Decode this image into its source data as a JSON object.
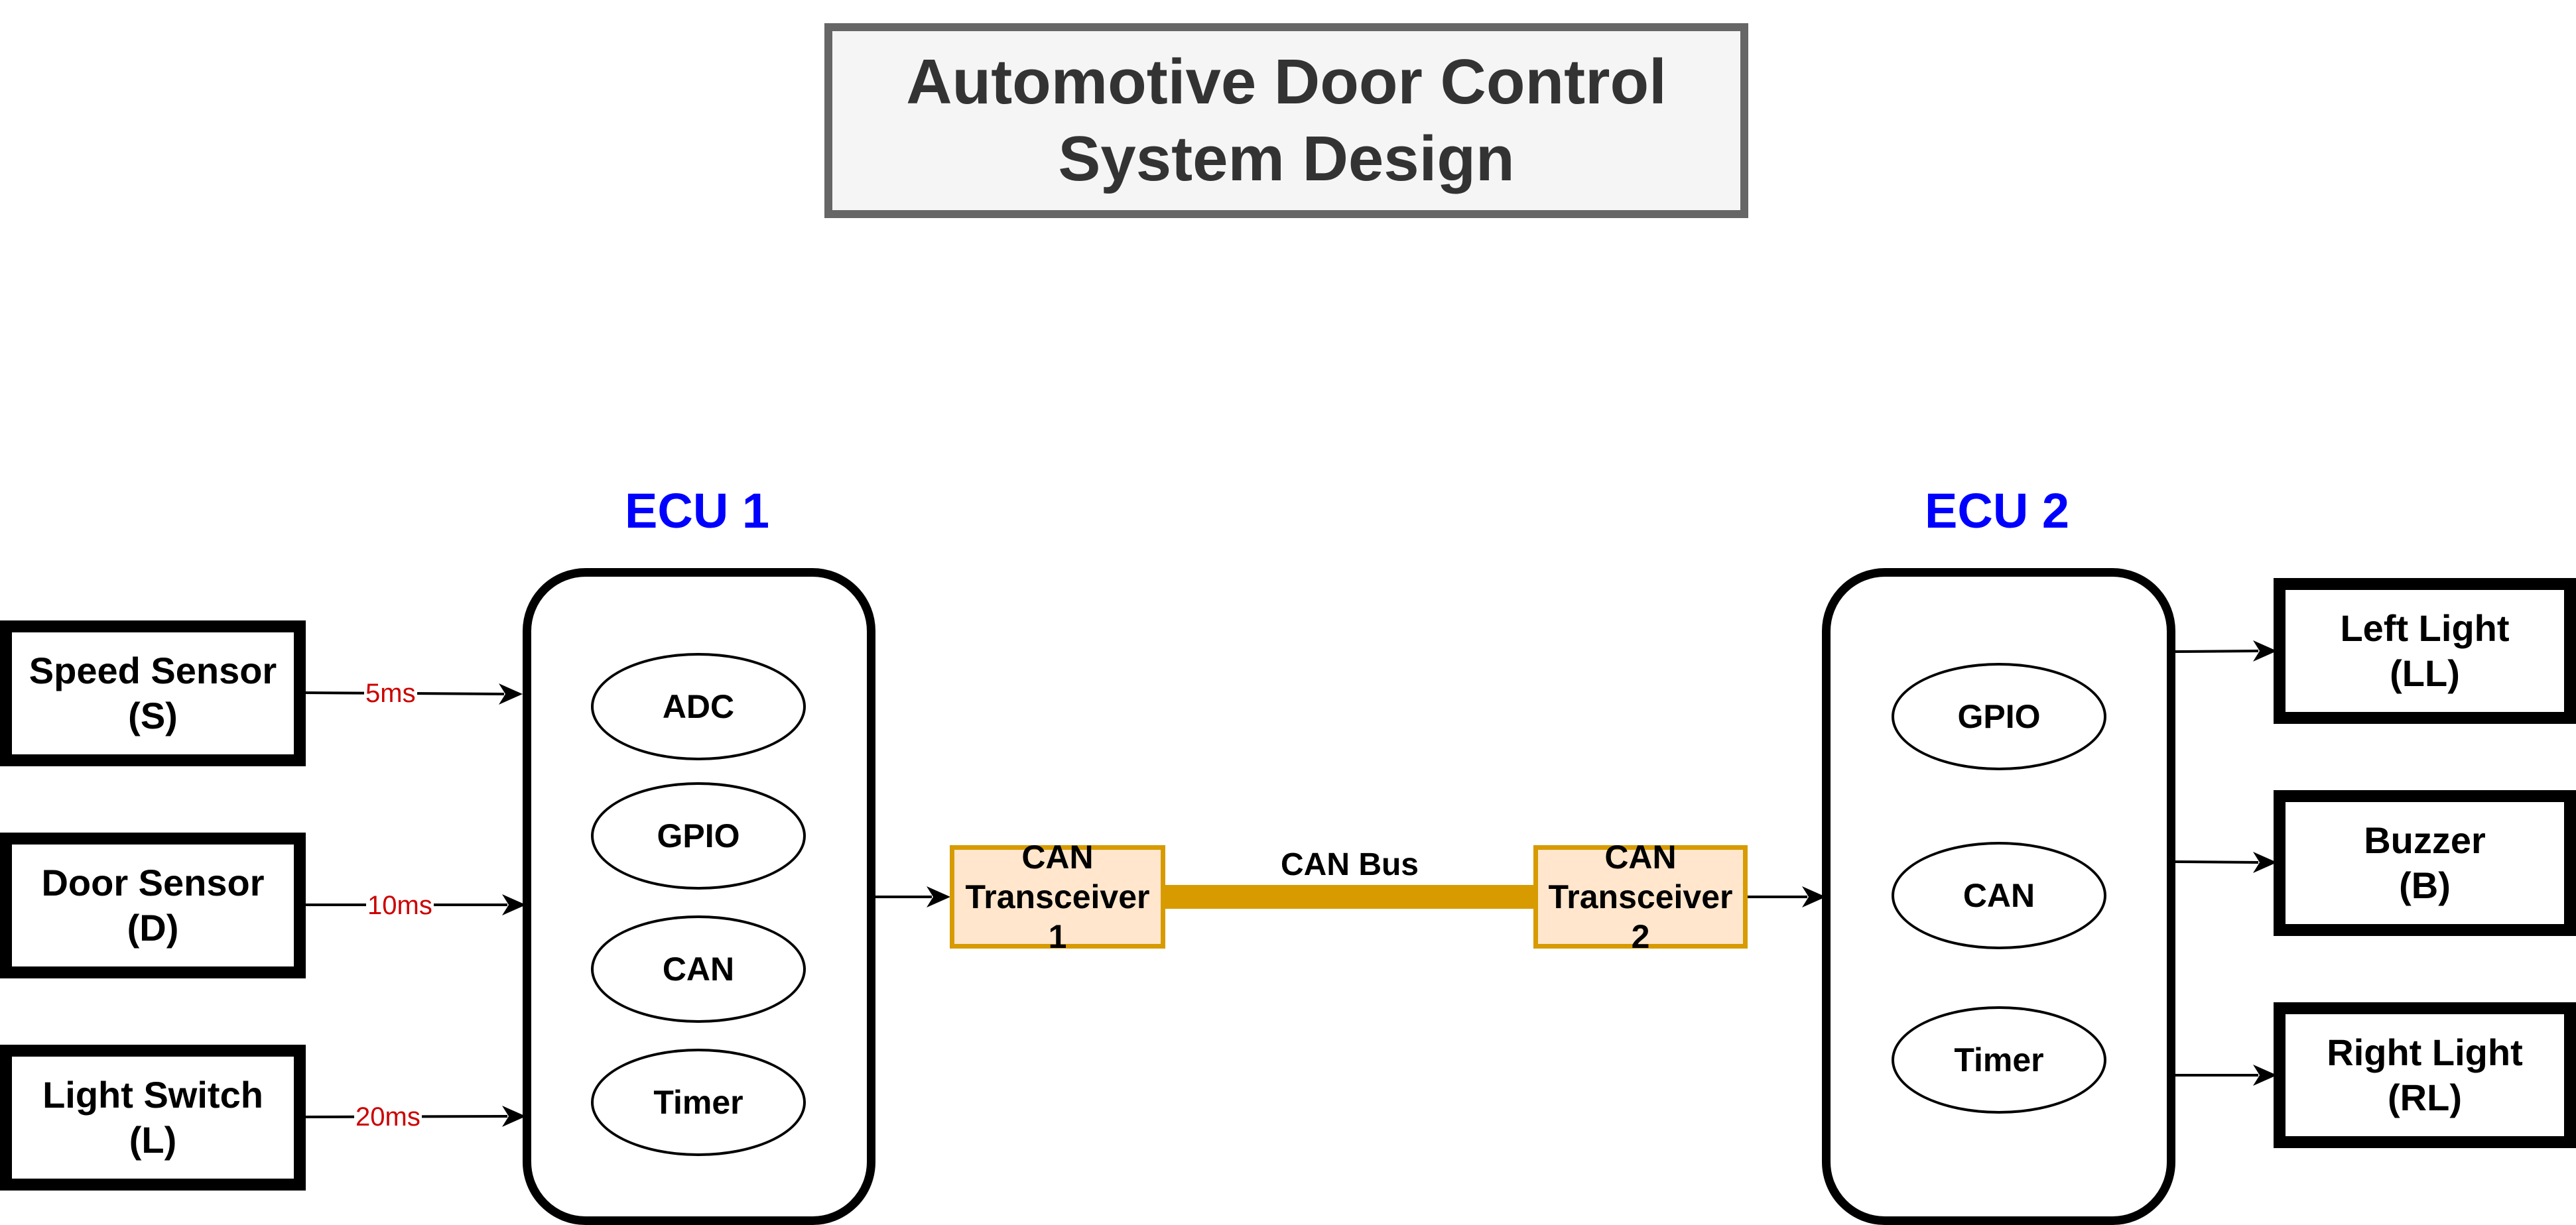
{
  "title": {
    "line1": "Automotive Door Control",
    "line2": "System Design"
  },
  "ecu1": {
    "label": "ECU 1",
    "modules": [
      "ADC",
      "GPIO",
      "CAN",
      "Timer"
    ]
  },
  "ecu2": {
    "label": "ECU 2",
    "modules": [
      "GPIO",
      "CAN",
      "Timer"
    ]
  },
  "inputs": [
    {
      "line1": "Speed Sensor",
      "line2": "(S)",
      "period": "5ms"
    },
    {
      "line1": "Door Sensor",
      "line2": "(D)",
      "period": "10ms"
    },
    {
      "line1": "Light Switch",
      "line2": "(L)",
      "period": "20ms"
    }
  ],
  "outputs": [
    {
      "line1": "Left Light",
      "line2": "(LL)"
    },
    {
      "line1": "Buzzer",
      "line2": "(B)"
    },
    {
      "line1": "Right Light",
      "line2": "(RL)"
    }
  ],
  "transceivers": [
    {
      "line1": "CAN",
      "line2": "Transceiver 1"
    },
    {
      "line1": "CAN",
      "line2": "Transceiver 2"
    }
  ],
  "bus": {
    "label": "CAN Bus",
    "color": "#d79b00"
  },
  "colors": {
    "ecu_label": "#0000ff",
    "period_label": "#cc0000",
    "can_fill": "#ffe6cc",
    "can_border": "#d79b00"
  }
}
